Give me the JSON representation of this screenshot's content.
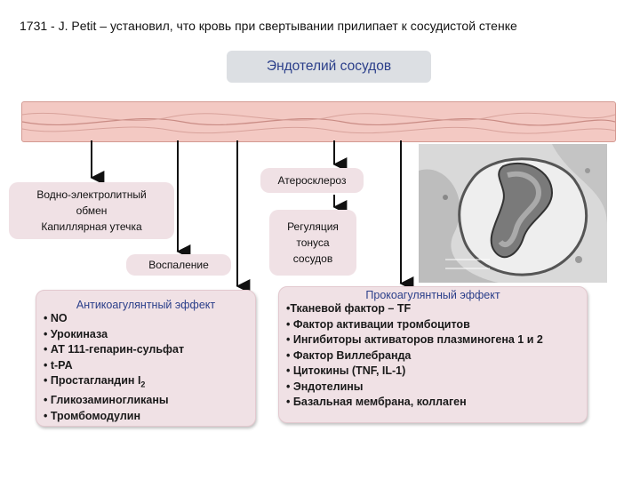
{
  "intro": "1731 - J. Petit – установил, что кровь при свертывании прилипает к сосудистой стенке",
  "title": "Эндотелий сосудов",
  "water_box": [
    "Водно-электролитный",
    "обмен",
    "Капиллярная утечка"
  ],
  "inflammation": "Воспаление",
  "atherosclerosis": "Атеросклероз",
  "tone_box": [
    "Регуляция",
    "тонуса",
    "сосудов"
  ],
  "anticoagulant": {
    "title": "Антикоагулянтный эффект",
    "items": [
      "• NO",
      "• Урокиназа",
      "• АТ 111-гепарин-сульфат",
      "• t-PA",
      "• Простагландин I",
      "• Гликозаминогликаны",
      "• Тромбомодулин"
    ],
    "prostaglandin_subscript": "2"
  },
  "procoagulant": {
    "title": "Прокоагулянтный эффект",
    "items": [
      "•Тканевой фактор – TF",
      "• Фактор активации тромбоцитов",
      "• Ингибиторы активаторов плазминогена 1 и 2",
      "• Фактор Виллебранда",
      "• Цитокины (TNF, IL-1)",
      "• Эндотелины",
      "• Базальная мембрана, коллаген"
    ]
  }
}
